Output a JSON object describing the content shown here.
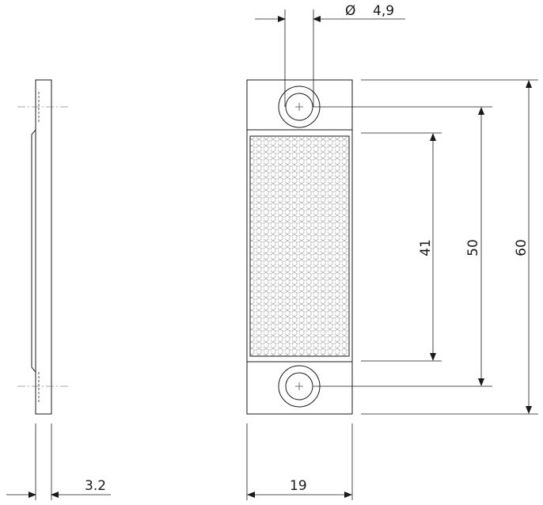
{
  "drawing": {
    "dimensions": {
      "hole_diameter_symbol": "Ø",
      "hole_diameter": "4,9",
      "thickness": "3.2",
      "width": "19",
      "reflector_height": "41",
      "hole_spacing": "50",
      "overall_height": "60"
    },
    "colors": {
      "line": "#1a1a1a",
      "thin_line": "#555555",
      "hatch": "#9a9a9a",
      "background": "#ffffff"
    }
  }
}
